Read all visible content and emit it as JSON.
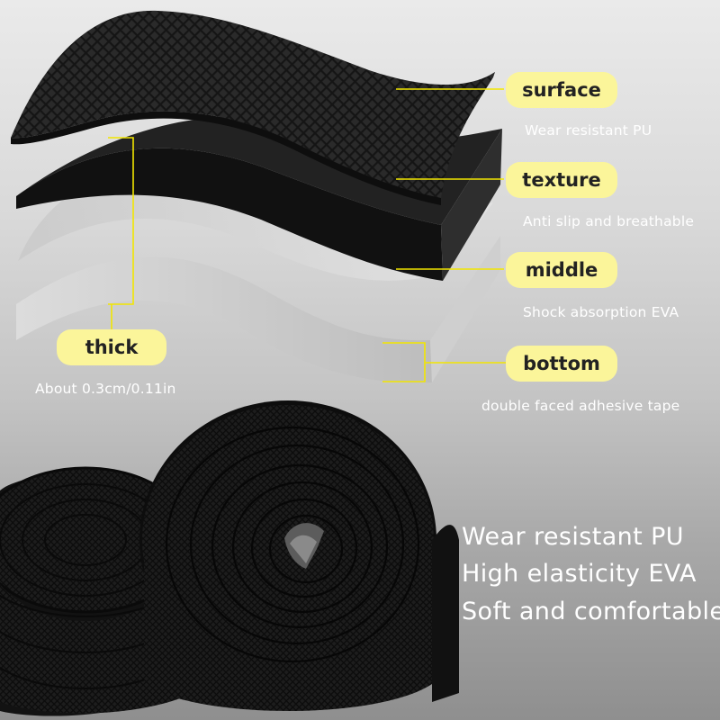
{
  "layers": [
    {
      "label": "surface",
      "description": "Wear resistant PU"
    },
    {
      "label": "texture",
      "description": "Anti slip and breathable"
    },
    {
      "label": "middle",
      "description": "Shock absorption EVA"
    },
    {
      "label": "bottom",
      "description": "double faced adhesive tape"
    }
  ],
  "thickness": {
    "label": "thick",
    "description": "About 0.3cm/0.11in"
  },
  "features": [
    "Wear resistant PU",
    "High elasticity EVA",
    "Soft and comfortable"
  ],
  "colors": {
    "pill": "#fbf59a",
    "leader": "#f2e600",
    "tape": "#1a1a1a",
    "text_light": "#ffffff"
  }
}
